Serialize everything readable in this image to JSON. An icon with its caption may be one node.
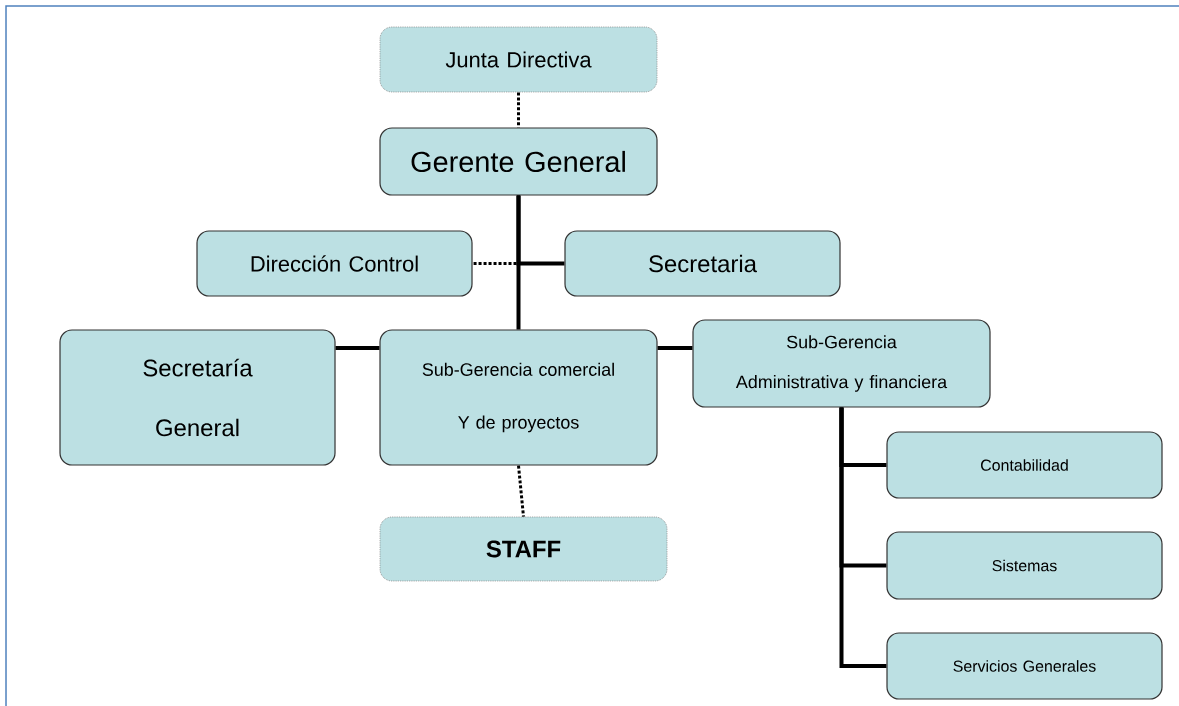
{
  "diagram": {
    "nodes": [
      {
        "text": [
          "Junta Directiva"
        ]
      },
      {
        "text": [
          "Gerente General"
        ]
      },
      {
        "text": [
          "Dirección Control"
        ]
      },
      {
        "text": [
          "Secretaria"
        ]
      },
      {
        "text": [
          "Secretaría General"
        ]
      },
      {
        "text": [
          "Sub-Gerencia comercial Y de proyectos"
        ]
      },
      {
        "text": [
          "Sub-Gerencia Administrativa y financiera"
        ]
      },
      {
        "text": [
          "STAFF"
        ]
      },
      {
        "text": [
          "Contabilidad"
        ]
      },
      {
        "text": [
          "Sistemas"
        ]
      },
      {
        "text": [
          "Servicios Generales"
        ]
      }
    ],
    "edges": [
      {
        "from": 0,
        "to": 1,
        "arrow": "none",
        "style": "dashed"
      },
      {
        "from": 1,
        "to": 2,
        "arrow": "none",
        "style": "dashed"
      },
      {
        "from": 1,
        "to": 3,
        "arrow": "none"
      },
      {
        "from": 1,
        "to": 5,
        "arrow": "none"
      },
      {
        "from": 5,
        "to": 4,
        "arrow": "none"
      },
      {
        "from": 5,
        "to": 6,
        "arrow": "none"
      },
      {
        "from": 5,
        "to": 7,
        "arrow": "none",
        "style": "dashed"
      },
      {
        "from": 6,
        "to": 8,
        "arrow": "none"
      },
      {
        "from": 6,
        "to": 9,
        "arrow": "none"
      },
      {
        "from": 6,
        "to": 10,
        "arrow": "none"
      }
    ]
  }
}
